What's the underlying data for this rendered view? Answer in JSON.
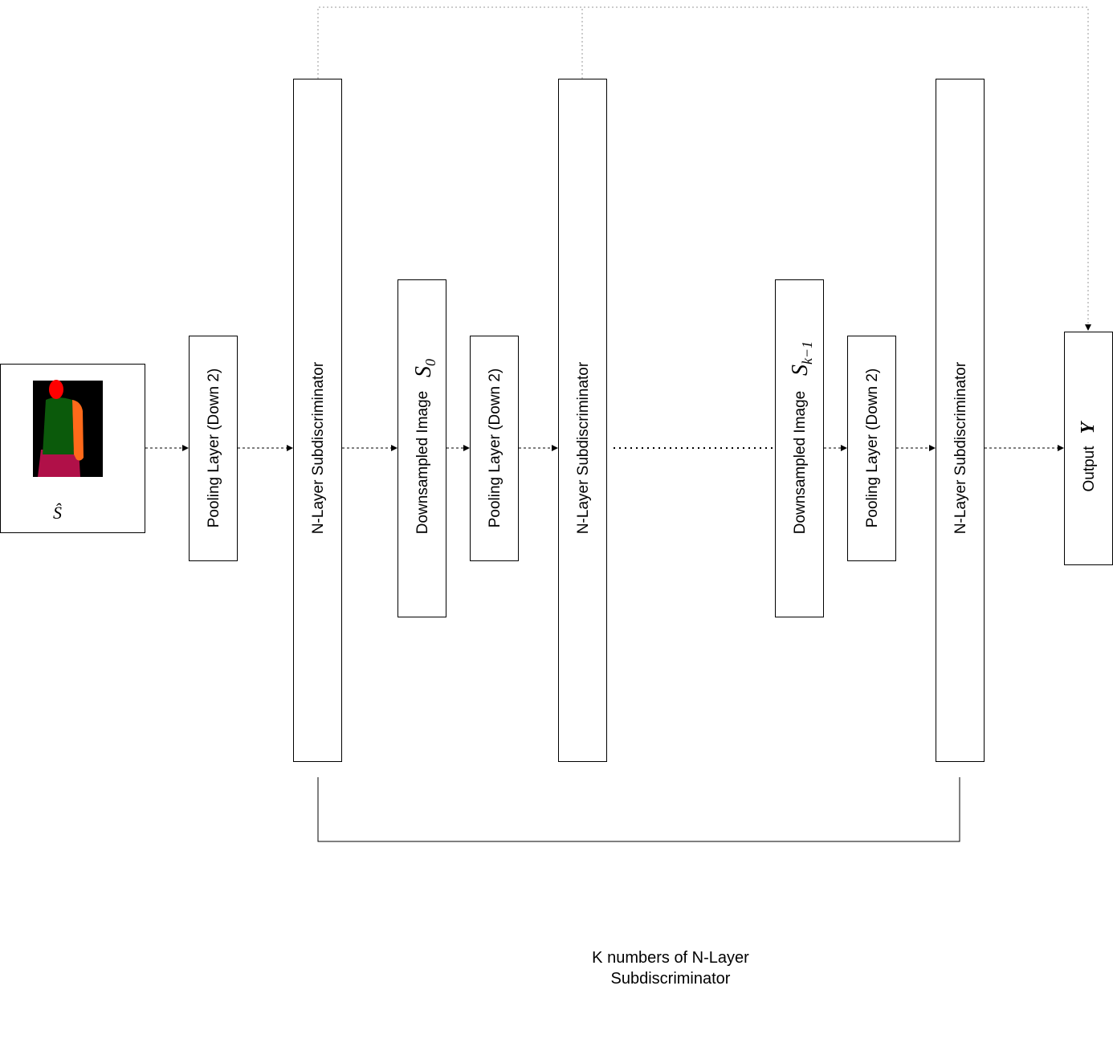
{
  "input": {
    "symbol": "Ŝ",
    "colors": {
      "background": "#000000",
      "head": "#ff0000",
      "torso": "#0b5a0b",
      "arm": "#ff6a1a",
      "legs": "#b01048"
    }
  },
  "blocks": {
    "pool_1": "Pooling Layer (Down 2)",
    "nlayer_1": "N-Layer Subdiscriminator",
    "down_1": "Downsampled Image",
    "down_1_symbol": "S",
    "down_1_sub": "0",
    "pool_2": "Pooling Layer (Down 2)",
    "nlayer_2": "N-Layer Subdiscriminator",
    "down_2": "Downsampled Image",
    "down_2_symbol": "S",
    "down_2_sub": "k−1",
    "pool_3": "Pooling Layer (Down 2)",
    "nlayer_3": "N-Layer Subdiscriminator",
    "output": "Output",
    "output_symbol": "Y"
  },
  "caption": "K numbers of N-Layer Subdiscriminator"
}
